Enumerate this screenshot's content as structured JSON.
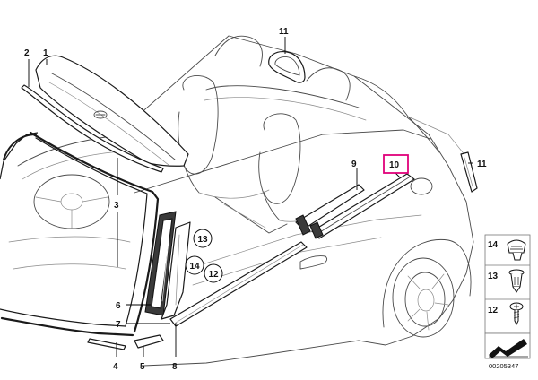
{
  "callouts": {
    "c1": "1",
    "c2": "2",
    "c3": "3",
    "c4": "4",
    "c5": "5",
    "c6": "6",
    "c7": "7",
    "c8": "8",
    "c9": "9",
    "c10": "10",
    "c11_top": "11",
    "c11_right": "11"
  },
  "circled": {
    "a": "13",
    "b": "14",
    "c": "12"
  },
  "legend": [
    {
      "number": "14",
      "icon": "trim-clip-icon"
    },
    {
      "number": "13",
      "icon": "expanding-rivet-icon"
    },
    {
      "number": "12",
      "icon": "screw-icon"
    }
  ],
  "document_number": "00205347",
  "colors": {
    "highlight": "#e0007a",
    "line": "#4a4a4a",
    "ink": "#111111"
  }
}
